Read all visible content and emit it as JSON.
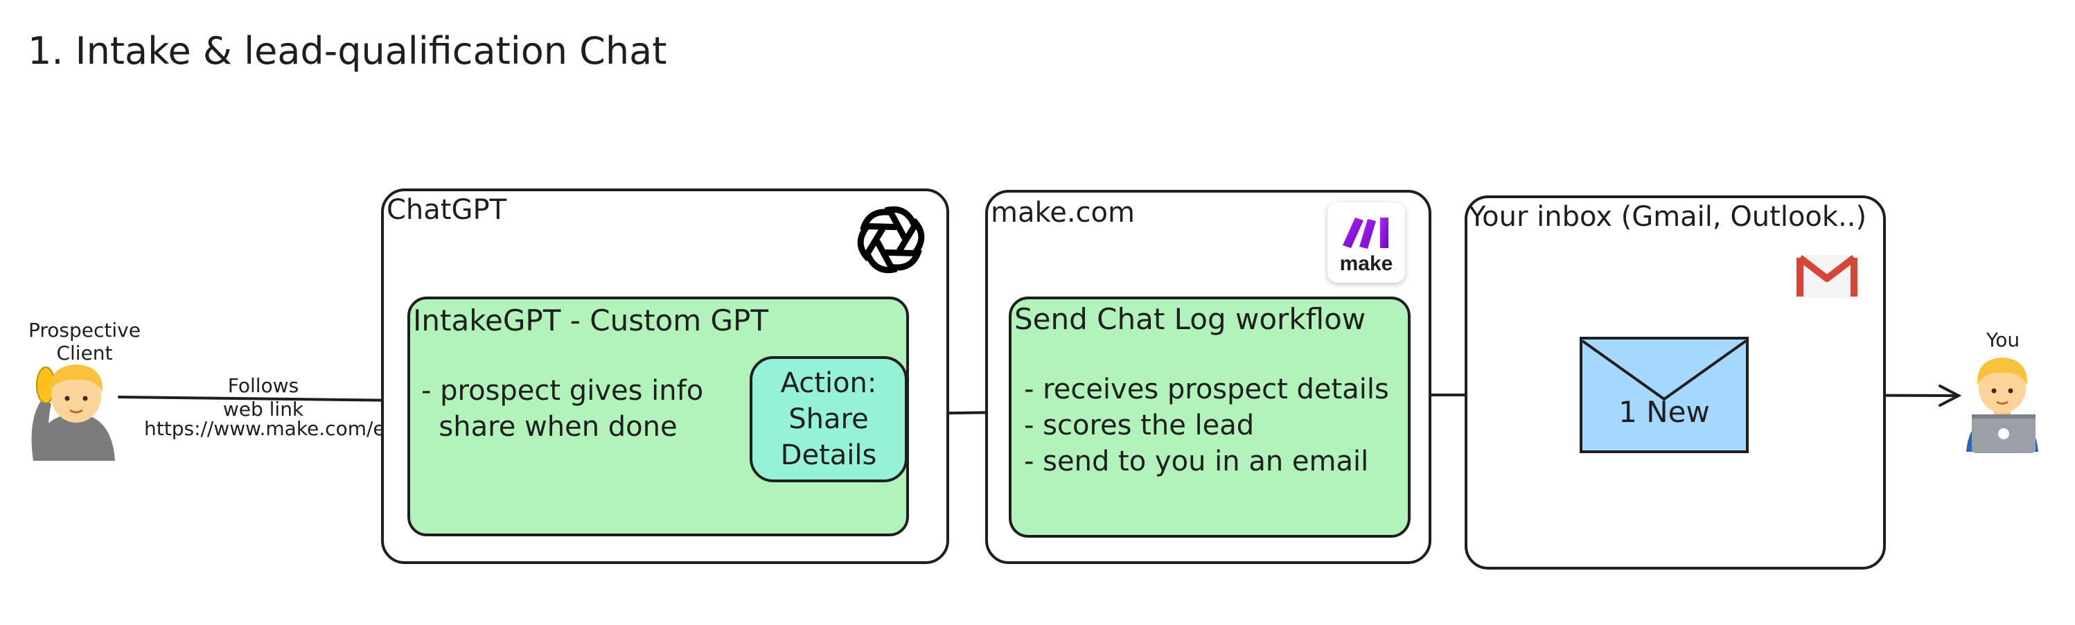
{
  "title": "1. Intake & lead-qualification Chat",
  "client": {
    "label_line1": "Prospective",
    "label_line2": "Client"
  },
  "link": {
    "line1": "Follows",
    "line2": "web link",
    "url": "https://www.make.com/en/privacy-notice"
  },
  "chatgpt": {
    "panel_label": "ChatGPT",
    "box_title": "IntakeGPT - Custom GPT",
    "bullets": [
      "- prospect gives info",
      "  share when done"
    ],
    "action": {
      "lines": [
        "Action:",
        "Share",
        "Details"
      ]
    }
  },
  "make": {
    "panel_label": "make.com",
    "logo_text": "make",
    "box_title": "Send Chat Log workflow",
    "bullets": [
      "- receives prospect details",
      "- scores the lead",
      "- send to you in an email"
    ]
  },
  "inbox": {
    "panel_label": "Your inbox (Gmail, Outlook..)",
    "envelope_text": "1 New"
  },
  "you": {
    "label": "You"
  },
  "colors": {
    "green_box": "#b2f2bb",
    "teal_box": "#96f2d7",
    "envelope": "#a5d8ff",
    "make_logo": "#8e2de2",
    "gmail_red": "#d44638"
  },
  "icons": [
    "raising-hand-person-icon",
    "openai-logo-icon",
    "make-logo-icon",
    "gmail-logo-icon",
    "envelope-icon",
    "person-with-laptop-icon"
  ]
}
